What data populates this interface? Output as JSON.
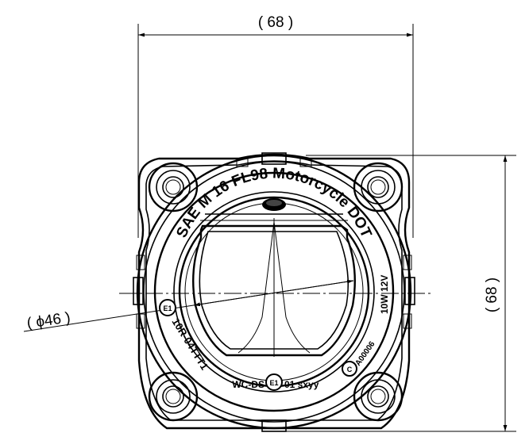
{
  "dimensions": {
    "width_label": "( 68 )",
    "height_label": "( 68 )",
    "diameter_label": "( ϕ46 )"
  },
  "lens_markings": {
    "arc_text": "SAE M 16 FL98 Motorcycle DOT",
    "approval_left": "10R-04TTT1",
    "approval_bottom": "WC-DS",
    "approval_bottom_suffix": "01 sxyy",
    "approval_bottom_emark": "E1",
    "approval_left_emark": "E1",
    "power_rating": "10W 12V",
    "cert_right": "A00006",
    "cert_right_mark": "C"
  }
}
